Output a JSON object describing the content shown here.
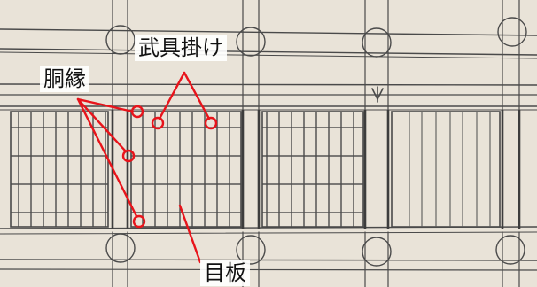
{
  "labels": {
    "bugukake": "武具掛け",
    "doubuchi": "胴縁",
    "meita": "目板"
  },
  "colors": {
    "background": "#e9e3d8",
    "line": "#4a4a4a",
    "annotation": "#e8141b"
  }
}
